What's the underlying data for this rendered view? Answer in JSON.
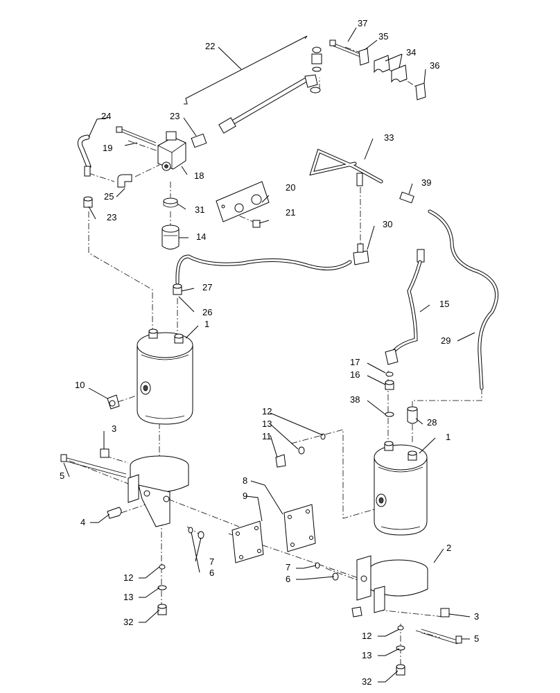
{
  "callouts": [
    {
      "id": "c37",
      "text": "37"
    },
    {
      "id": "c35",
      "text": "35"
    },
    {
      "id": "c34",
      "text": "34"
    },
    {
      "id": "c36",
      "text": "36"
    },
    {
      "id": "c22",
      "text": "22"
    },
    {
      "id": "c24",
      "text": "24"
    },
    {
      "id": "c23a",
      "text": "23"
    },
    {
      "id": "c19",
      "text": "19"
    },
    {
      "id": "c18",
      "text": "18"
    },
    {
      "id": "c25",
      "text": "25"
    },
    {
      "id": "c31",
      "text": "31"
    },
    {
      "id": "c23b",
      "text": "23"
    },
    {
      "id": "c14",
      "text": "14"
    },
    {
      "id": "c33",
      "text": "33"
    },
    {
      "id": "c39",
      "text": "39"
    },
    {
      "id": "c20",
      "text": "20"
    },
    {
      "id": "c21",
      "text": "21"
    },
    {
      "id": "c30",
      "text": "30"
    },
    {
      "id": "c27",
      "text": "27"
    },
    {
      "id": "c26",
      "text": "26"
    },
    {
      "id": "c15",
      "text": "15"
    },
    {
      "id": "c1a",
      "text": "1"
    },
    {
      "id": "c29",
      "text": "29"
    },
    {
      "id": "c17",
      "text": "17"
    },
    {
      "id": "c16",
      "text": "16"
    },
    {
      "id": "c10",
      "text": "10"
    },
    {
      "id": "c38",
      "text": "38"
    },
    {
      "id": "c28",
      "text": "28"
    },
    {
      "id": "c12a",
      "text": "12"
    },
    {
      "id": "c13a",
      "text": "13"
    },
    {
      "id": "c11",
      "text": "11"
    },
    {
      "id": "c3a",
      "text": "3"
    },
    {
      "id": "c1b",
      "text": "1"
    },
    {
      "id": "c5a",
      "text": "5"
    },
    {
      "id": "c8",
      "text": "8"
    },
    {
      "id": "c9",
      "text": "9"
    },
    {
      "id": "c4",
      "text": "4"
    },
    {
      "id": "c2",
      "text": "2"
    },
    {
      "id": "c7a",
      "text": "7"
    },
    {
      "id": "c6a",
      "text": "6"
    },
    {
      "id": "c12b",
      "text": "12"
    },
    {
      "id": "c7b",
      "text": "7"
    },
    {
      "id": "c6b",
      "text": "6"
    },
    {
      "id": "c13b",
      "text": "13"
    },
    {
      "id": "c32a",
      "text": "32"
    },
    {
      "id": "c3b",
      "text": "3"
    },
    {
      "id": "c12c",
      "text": "12"
    },
    {
      "id": "c5b",
      "text": "5"
    },
    {
      "id": "c13c",
      "text": "13"
    },
    {
      "id": "c32b",
      "text": "32"
    }
  ]
}
